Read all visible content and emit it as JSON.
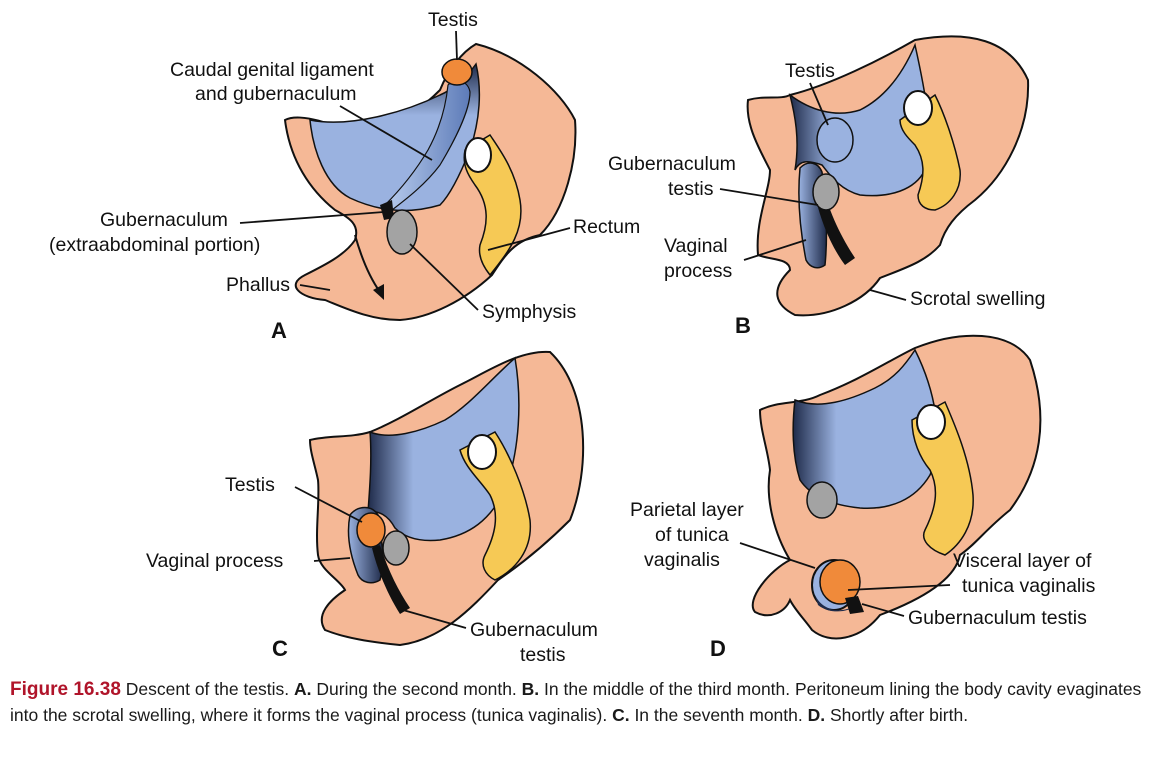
{
  "labels": {
    "a": {
      "testis": "Testis",
      "caudal_line1": "Caudal genital ligament",
      "caudal_line2": "and gubernaculum",
      "gub_line1": "Gubernaculum",
      "gub_line2": "(extraabdominal portion)",
      "rectum": "Rectum",
      "phallus": "Phallus",
      "symphysis": "Symphysis",
      "letter": "A"
    },
    "b": {
      "testis": "Testis",
      "gub_line1": "Gubernaculum",
      "gub_line2": "testis",
      "vaginal_line1": "Vaginal",
      "vaginal_line2": "process",
      "scrotal": "Scrotal swelling",
      "letter": "B"
    },
    "c": {
      "testis": "Testis",
      "vaginal": "Vaginal process",
      "gub_line1": "Gubernaculum",
      "gub_line2": "testis",
      "letter": "C"
    },
    "d": {
      "parietal_line1": "Parietal layer",
      "parietal_line2": "of tunica",
      "parietal_line3": "vaginalis",
      "visceral_line1": "Visceral layer of",
      "visceral_line2": "tunica vaginalis",
      "gub": "Gubernaculum testis",
      "letter": "D"
    }
  },
  "caption": {
    "figure_number": "Figure 16.38",
    "intro": " Descent of the testis. ",
    "a_key": "A.",
    "a_text": " During the second month. ",
    "b_key": "B.",
    "b_text": " In the middle of the third month. Peritoneum lining the body cavity evaginates into the scrotal swelling, where it forms the vaginal process (tunica vaginalis). ",
    "c_key": "C.",
    "c_text": " In the seventh month. ",
    "d_key": "D.",
    "d_text": " Shortly after birth."
  },
  "colors": {
    "body": "#f5b896",
    "cavity": "#9ab2e0",
    "cavity_shadow": "#1f2b4a",
    "rectum": "#f6c955",
    "testis": "#f08a3a",
    "symphysis": "#a3a3a3",
    "caption_accent": "#b0142a"
  }
}
